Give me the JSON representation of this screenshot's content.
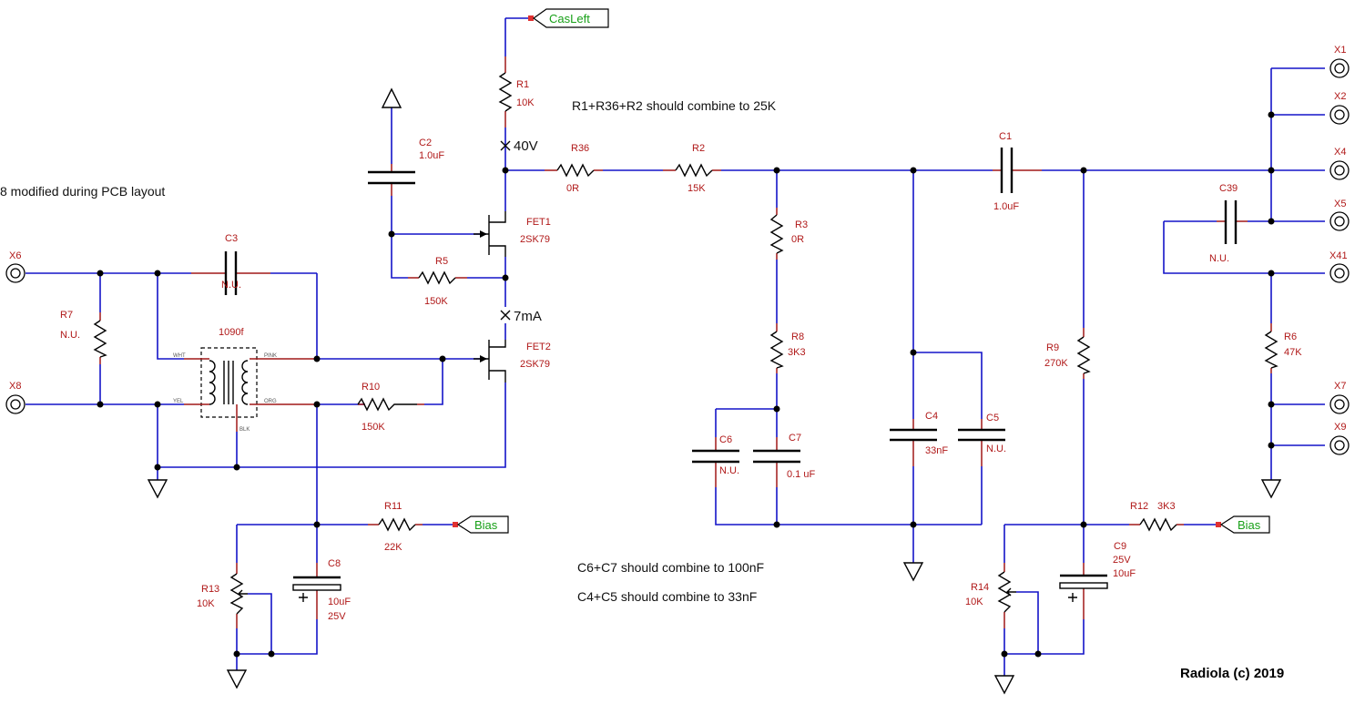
{
  "notes": {
    "r_combine": "R1+R36+R2 should combine to 25K",
    "c6_c7": "C6+C7 should combine to 100nF",
    "c4_c5": "C4+C5 should combine to 33nF",
    "modified": "8  modified during PCB layout",
    "copyright": "Radiola (c) 2019"
  },
  "voltages": {
    "v40": "40V",
    "i7ma": "7mA"
  },
  "net_labels": {
    "casleft": "CasLeft",
    "bias1": "Bias",
    "bias2": "Bias"
  },
  "transformer": {
    "name": "1090f",
    "wht": "WHT",
    "yel": "YEL",
    "pink": "PINK",
    "org": "ORG",
    "blk": "BLK"
  },
  "components": {
    "r1": {
      "ref": "R1",
      "value": "10K"
    },
    "r36": {
      "ref": "R36",
      "value": "0R"
    },
    "r2": {
      "ref": "R2",
      "value": "15K"
    },
    "r3": {
      "ref": "R3",
      "value": "0R"
    },
    "r8": {
      "ref": "R8",
      "value": "3K3"
    },
    "r5": {
      "ref": "R5",
      "value": "150K"
    },
    "r10": {
      "ref": "R10",
      "value": "150K"
    },
    "r11": {
      "ref": "R11",
      "value": "22K"
    },
    "r13": {
      "ref": "R13",
      "value": "10K"
    },
    "r14": {
      "ref": "R14",
      "value": "10K"
    },
    "r7": {
      "ref": "R7",
      "value": "N.U."
    },
    "r9": {
      "ref": "R9",
      "value": "270K"
    },
    "r12": {
      "ref": "R12",
      "value": "3K3"
    },
    "r6": {
      "ref": "R6",
      "value": "47K"
    },
    "c1": {
      "ref": "C1",
      "value": "1.0uF"
    },
    "c2": {
      "ref": "C2",
      "value": "1.0uF"
    },
    "c3": {
      "ref": "C3",
      "value": "N.U."
    },
    "c4": {
      "ref": "C4",
      "value": "33nF"
    },
    "c5": {
      "ref": "C5",
      "value": "N.U."
    },
    "c6": {
      "ref": "C6",
      "value": "N.U."
    },
    "c7": {
      "ref": "C7",
      "value": "0.1 uF"
    },
    "c8": {
      "ref": "C8",
      "value": "10uF",
      "voltage": "25V"
    },
    "c9": {
      "ref": "C9",
      "value": "10uF",
      "voltage": "25V"
    },
    "c39": {
      "ref": "C39",
      "value": "N.U."
    },
    "fet1": {
      "ref": "FET1",
      "value": "2SK79"
    },
    "fet2": {
      "ref": "FET2",
      "value": "2SK79"
    }
  },
  "connectors": {
    "x1": "X1",
    "x2": "X2",
    "x4": "X4",
    "x5": "X5",
    "x41": "X41",
    "x7": "X7",
    "x9": "X9",
    "x6": "X6",
    "x8": "X8"
  }
}
